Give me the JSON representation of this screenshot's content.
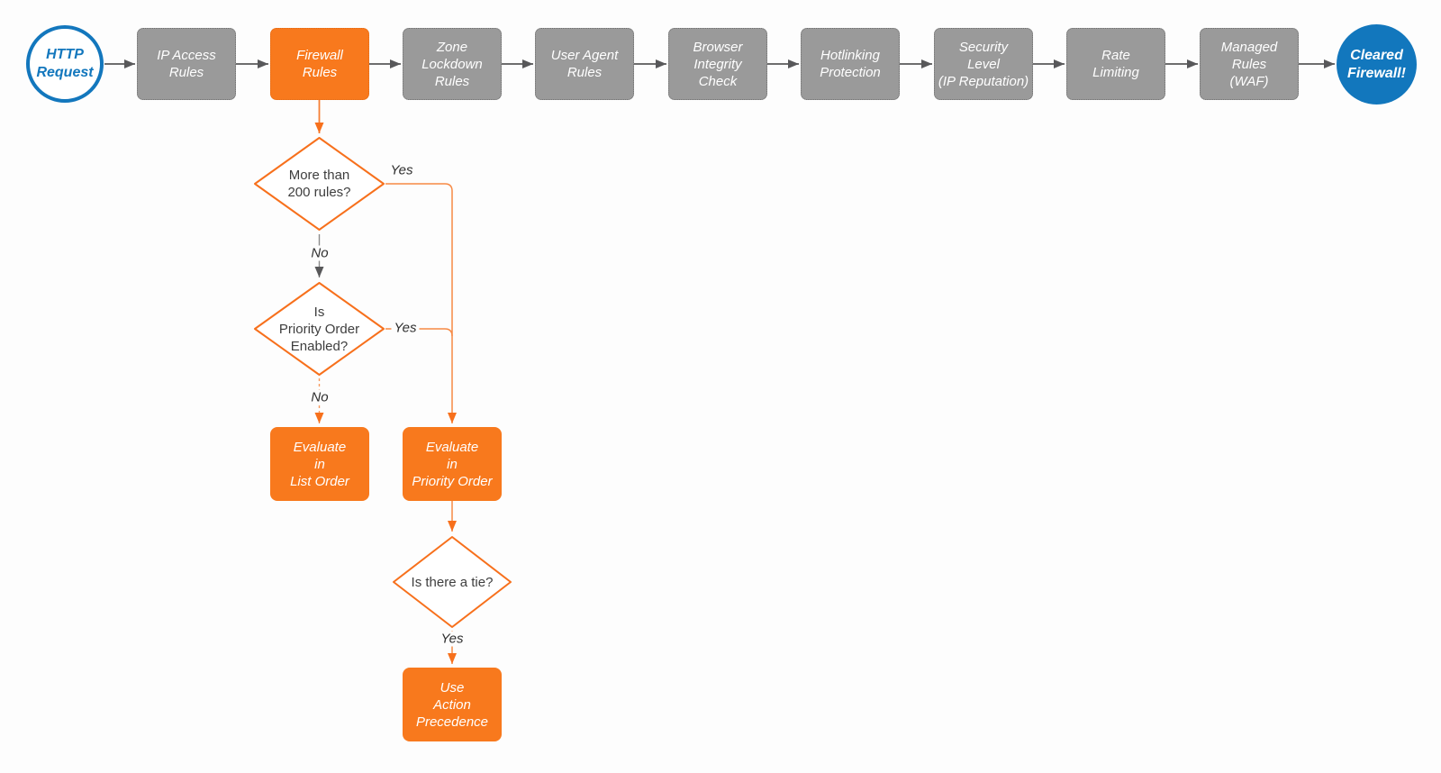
{
  "diagram": {
    "title_hint": "HTTP request firewall evaluation flowchart",
    "colors": {
      "orange": "#f8791d",
      "gray_node": "#9a9a9a",
      "blue": "#1277bd",
      "arrow_gray": "#58585a",
      "arrow_orange": "#f7701c",
      "line_orange": "#f78a45"
    },
    "start": {
      "label": "HTTP\nRequest"
    },
    "end": {
      "label": "Cleared\nFirewall!"
    },
    "pipeline": [
      {
        "label": "IP Access\nRules",
        "accent": false
      },
      {
        "label": "Firewall\nRules",
        "accent": true
      },
      {
        "label": "Zone\nLockdown\nRules",
        "accent": false
      },
      {
        "label": "User Agent\nRules",
        "accent": false
      },
      {
        "label": "Browser\nIntegrity\nCheck",
        "accent": false
      },
      {
        "label": "Hotlinking\nProtection",
        "accent": false
      },
      {
        "label": "Security\nLevel\n(IP Reputation)",
        "accent": false
      },
      {
        "label": "Rate\nLimiting",
        "accent": false
      },
      {
        "label": "Managed\nRules\n(WAF)",
        "accent": false
      }
    ],
    "decisions": {
      "more_than_200": {
        "label": "More than\n200 rules?",
        "yes": "Yes",
        "no": "No"
      },
      "priority_enabled": {
        "label": "Is\nPriority Order\nEnabled?",
        "yes": "Yes",
        "no": "No"
      },
      "tie": {
        "label": "Is there a tie?",
        "yes": "Yes"
      }
    },
    "actions": {
      "list_order": {
        "label": "Evaluate\nin\nList Order"
      },
      "priority_order": {
        "label": "Evaluate\nin\nPriority Order"
      },
      "action_precedence": {
        "label": "Use\nAction\nPrecedence"
      }
    }
  }
}
